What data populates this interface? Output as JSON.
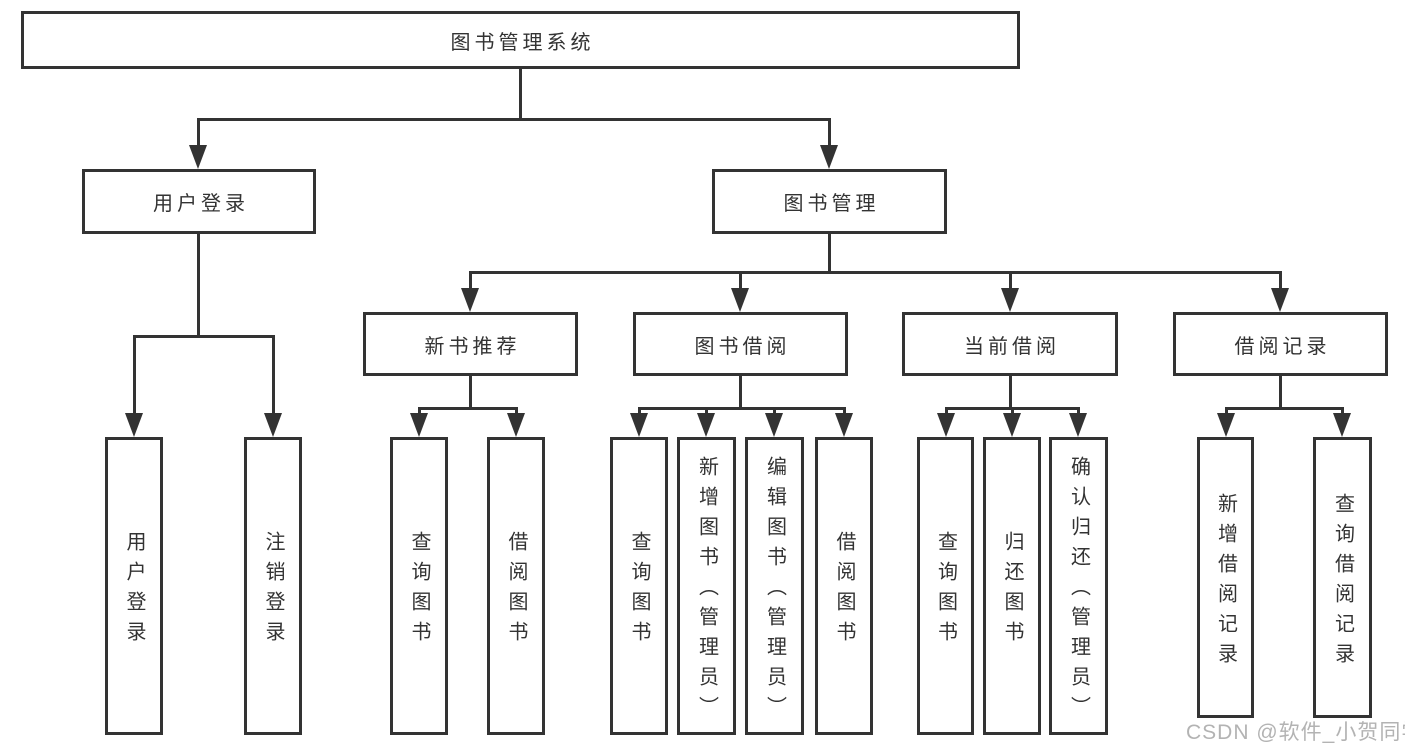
{
  "tree": {
    "root": {
      "label": "图书管理系统"
    },
    "level2": [
      {
        "label": "用户登录",
        "children": [
          {
            "label": "用户登录"
          },
          {
            "label": "注销登录"
          }
        ]
      },
      {
        "label": "图书管理",
        "children": [
          {
            "label": "新书推荐",
            "children": [
              {
                "label": "查询图书"
              },
              {
                "label": "借阅图书"
              }
            ]
          },
          {
            "label": "图书借阅",
            "children": [
              {
                "label": "查询图书"
              },
              {
                "label": "新增图书（管理员）"
              },
              {
                "label": "编辑图书（管理员）"
              },
              {
                "label": "借阅图书"
              }
            ]
          },
          {
            "label": "当前借阅",
            "children": [
              {
                "label": "查询图书"
              },
              {
                "label": "归还图书"
              },
              {
                "label": "确认归还（管理员）"
              }
            ]
          },
          {
            "label": "借阅记录",
            "children": [
              {
                "label": "新增借阅记录"
              },
              {
                "label": "查询借阅记录"
              }
            ]
          }
        ]
      }
    ]
  },
  "watermark": {
    "text": "CSDN @软件_小贺同学"
  },
  "colors": {
    "line": "#333333",
    "box_border": "#333333",
    "text": "#333333",
    "watermark": "#b3b3b3",
    "background": "#ffffff"
  }
}
